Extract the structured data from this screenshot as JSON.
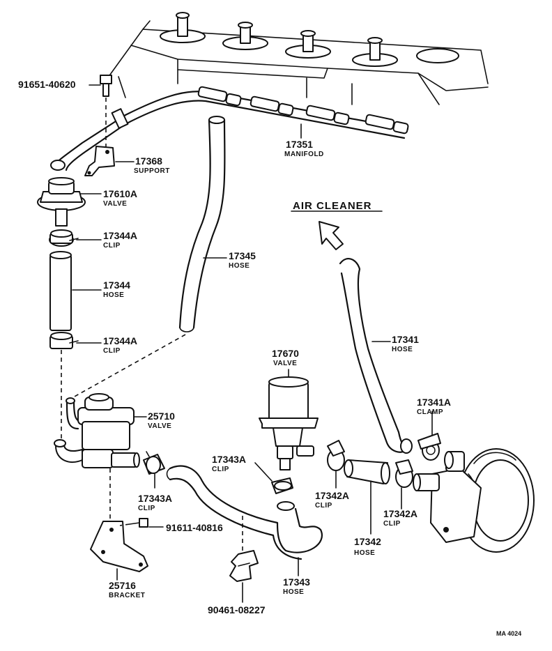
{
  "parts": {
    "p91651": {
      "num": "91651-40620"
    },
    "p17368": {
      "num": "17368",
      "name": "SUPPORT"
    },
    "p17610A": {
      "num": "17610A",
      "name": "VALVE"
    },
    "p17344A_top": {
      "num": "17344A",
      "name": "CLIP"
    },
    "p17344": {
      "num": "17344",
      "name": "HOSE"
    },
    "p17344A_bot": {
      "num": "17344A",
      "name": "CLIP"
    },
    "p17351": {
      "num": "17351",
      "name": "MANIFOLD"
    },
    "p17345": {
      "num": "17345",
      "name": "HOSE"
    },
    "p17341": {
      "num": "17341",
      "name": "HOSE"
    },
    "p17341A": {
      "num": "17341A",
      "name": "CLAMP"
    },
    "p17670": {
      "num": "17670",
      "name": "VALVE"
    },
    "p25710": {
      "num": "25710",
      "name": "VALVE"
    },
    "p17343A_left": {
      "num": "17343A",
      "name": "CLIP"
    },
    "p17343A_mid": {
      "num": "17343A",
      "name": "CLIP"
    },
    "p17342A_left": {
      "num": "17342A",
      "name": "CLIP"
    },
    "p17342A_right": {
      "num": "17342A",
      "name": "CLIP"
    },
    "p17342": {
      "num": "17342",
      "name": "HOSE"
    },
    "p91611": {
      "num": "91611-40816"
    },
    "p25716": {
      "num": "25716",
      "name": "BRACKET"
    },
    "p17343": {
      "num": "17343",
      "name": "HOSE"
    },
    "p90461": {
      "num": "90461-08227"
    }
  },
  "air_cleaner": "AIR CLEANER",
  "figure_code": "MA 4024"
}
